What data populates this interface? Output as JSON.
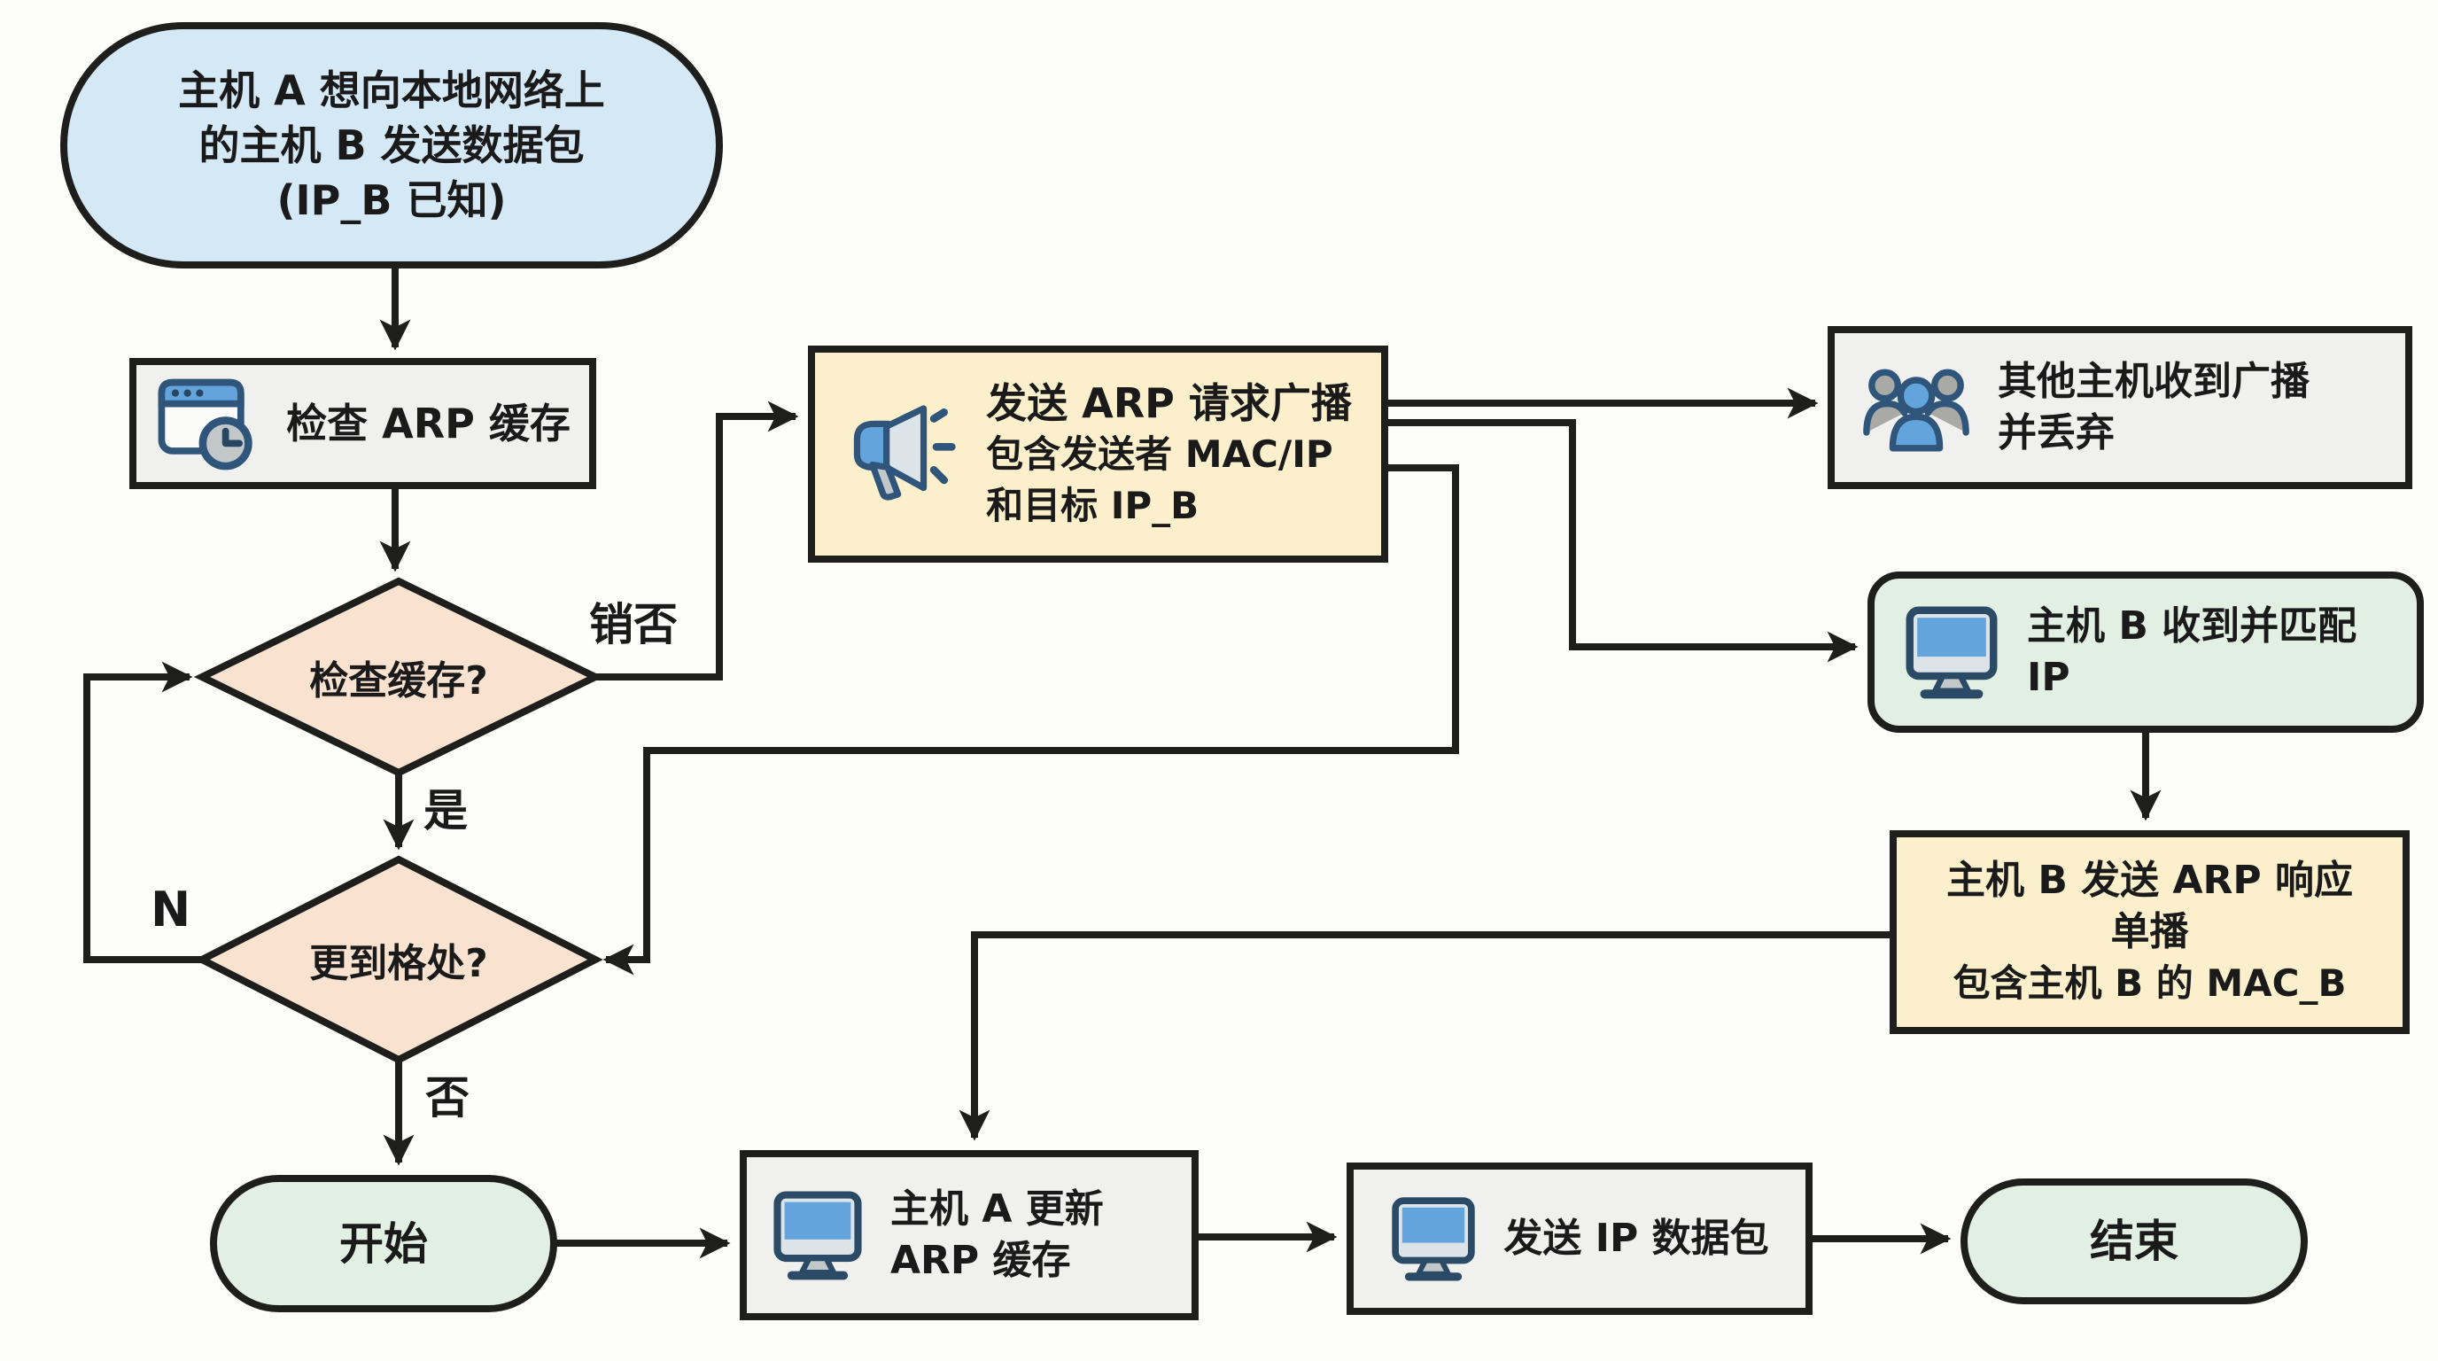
{
  "colors": {
    "bg": "#fcfcfa",
    "line": "#1e1e1c",
    "text": "#1a1a1a",
    "blue": "#d5e8f6",
    "gray": "#f0f0ee",
    "yellow": "#fbf0cb",
    "green": "#e2f0e3",
    "peach": "#f9e3d0",
    "ink": "#30557b",
    "iblue": "#64a4dc",
    "ilight": "#dde4e9",
    "igray": "#c2c7c9",
    "igray2": "#a9aaa6"
  },
  "nodes": {
    "start": {
      "lines": [
        "主机 A 想向本地网络上",
        "的主机 B 发送数据包",
        "(IP_B 已知)"
      ]
    },
    "check_cache": {
      "label": "检查 ARP 缓存",
      "icon": "browser-clock-icon"
    },
    "cache_decision": {
      "label": "检查缓存?"
    },
    "arp_request": {
      "lines": [
        "发送 ARP 请求广播",
        "包含发送者 MAC/IP",
        "和目标 IP_B"
      ],
      "icon": "megaphone-icon"
    },
    "other_hosts": {
      "lines": [
        "其他主机收到广播",
        "并丢弃"
      ],
      "icon": "people-icon"
    },
    "host_b_match": {
      "lines": [
        "主机 B 收到并匹配",
        "IP"
      ],
      "icon": "monitor-icon"
    },
    "arp_reply": {
      "lines": [
        "主机 B 发送 ARP 响应",
        "单播",
        "包含主机 B 的 MAC_B"
      ]
    },
    "update_decision": {
      "label": "更到格处?"
    },
    "begin": {
      "label": "开始"
    },
    "update_cache": {
      "lines": [
        "主机 A 更新",
        "ARP 缓存"
      ],
      "icon": "monitor-icon"
    },
    "send_ip": {
      "label": "发送 IP 数据包",
      "icon": "monitor-icon"
    },
    "end": {
      "label": "结束"
    }
  },
  "edge_labels": {
    "cache_miss": "销否",
    "yes": "是",
    "n": "N",
    "no": "否"
  },
  "edges": [
    {
      "from": "start",
      "to": "check_cache"
    },
    {
      "from": "check_cache",
      "to": "cache_decision"
    },
    {
      "from": "cache_decision",
      "to": "arp_request",
      "label": "销否"
    },
    {
      "from": "cache_decision",
      "to": "update_decision",
      "label": "是"
    },
    {
      "from": "update_decision",
      "to": "cache_decision",
      "label": "N"
    },
    {
      "from": "update_decision",
      "to": "begin",
      "label": "否"
    },
    {
      "from": "begin",
      "to": "update_cache"
    },
    {
      "from": "update_cache",
      "to": "send_ip"
    },
    {
      "from": "send_ip",
      "to": "end"
    },
    {
      "from": "arp_request",
      "to": "other_hosts"
    },
    {
      "from": "arp_request",
      "to": "host_b_match"
    },
    {
      "from": "arp_request",
      "to": "update_decision"
    },
    {
      "from": "host_b_match",
      "to": "arp_reply"
    },
    {
      "from": "arp_reply",
      "to": "update_cache"
    }
  ]
}
